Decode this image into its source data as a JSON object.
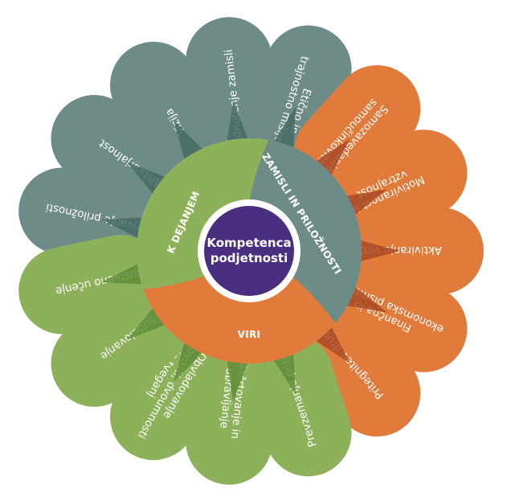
{
  "center": {
    "lines": [
      "Kompetenca",
      "podjetnosti"
    ]
  },
  "colors": {
    "green": "#8cb15a",
    "green_dark": "#5f8d3a",
    "teal": "#6e8c87",
    "teal_dark": "#476a64",
    "orange": "#e07b3c",
    "orange_dark": "#a94a26",
    "purple": "#4a2f80"
  },
  "areas": [
    {
      "id": "ideas",
      "label": "ZAMISLI IN PRILOŽNOSTI",
      "color": "#6e8c87",
      "shadow": "#476a64"
    },
    {
      "id": "resources",
      "label": "VIRI",
      "color": "#e07b3c",
      "shadow": "#a94a26"
    },
    {
      "id": "action",
      "label": "K DEJANJEM",
      "color": "#8cb15a",
      "shadow": "#5f8d3a"
    }
  ],
  "petals": [
    {
      "lines": [
        "Odkrivanje priložnosti"
      ],
      "area": "ideas"
    },
    {
      "lines": [
        "Ustvarjalnost"
      ],
      "area": "ideas"
    },
    {
      "lines": [
        "Vizija"
      ],
      "area": "ideas"
    },
    {
      "lines": [
        "Vrednotenje zamisli"
      ],
      "area": "ideas"
    },
    {
      "lines": [
        "Etično in",
        "trajnostno mišljenje"
      ],
      "area": "ideas"
    },
    {
      "lines": [
        "Samozavedanje in",
        "samoučinkovitost"
      ],
      "area": "resources"
    },
    {
      "lines": [
        "Motiviranost in",
        "vztrajnost"
      ],
      "area": "resources"
    },
    {
      "lines": [
        "Aktiviranje  virov"
      ],
      "area": "resources"
    },
    {
      "lines": [
        "Finančna in",
        "ekonomska pismenost"
      ],
      "area": "resources"
    },
    {
      "lines": [
        "Pritegnitev drugih"
      ],
      "area": "resources"
    },
    {
      "lines": [
        "Prevzemanje pobude"
      ],
      "area": "action"
    },
    {
      "lines": [
        "Načrtovanje in",
        "upravljanje"
      ],
      "area": "action"
    },
    {
      "lines": [
        "Obvladovanje",
        "negotovosti, dvoumnosti",
        "in tveganj"
      ],
      "area": "action"
    },
    {
      "lines": [
        "Sodelovanje"
      ],
      "area": "action"
    },
    {
      "lines": [
        "Izkustveno učenje"
      ],
      "area": "action"
    }
  ]
}
